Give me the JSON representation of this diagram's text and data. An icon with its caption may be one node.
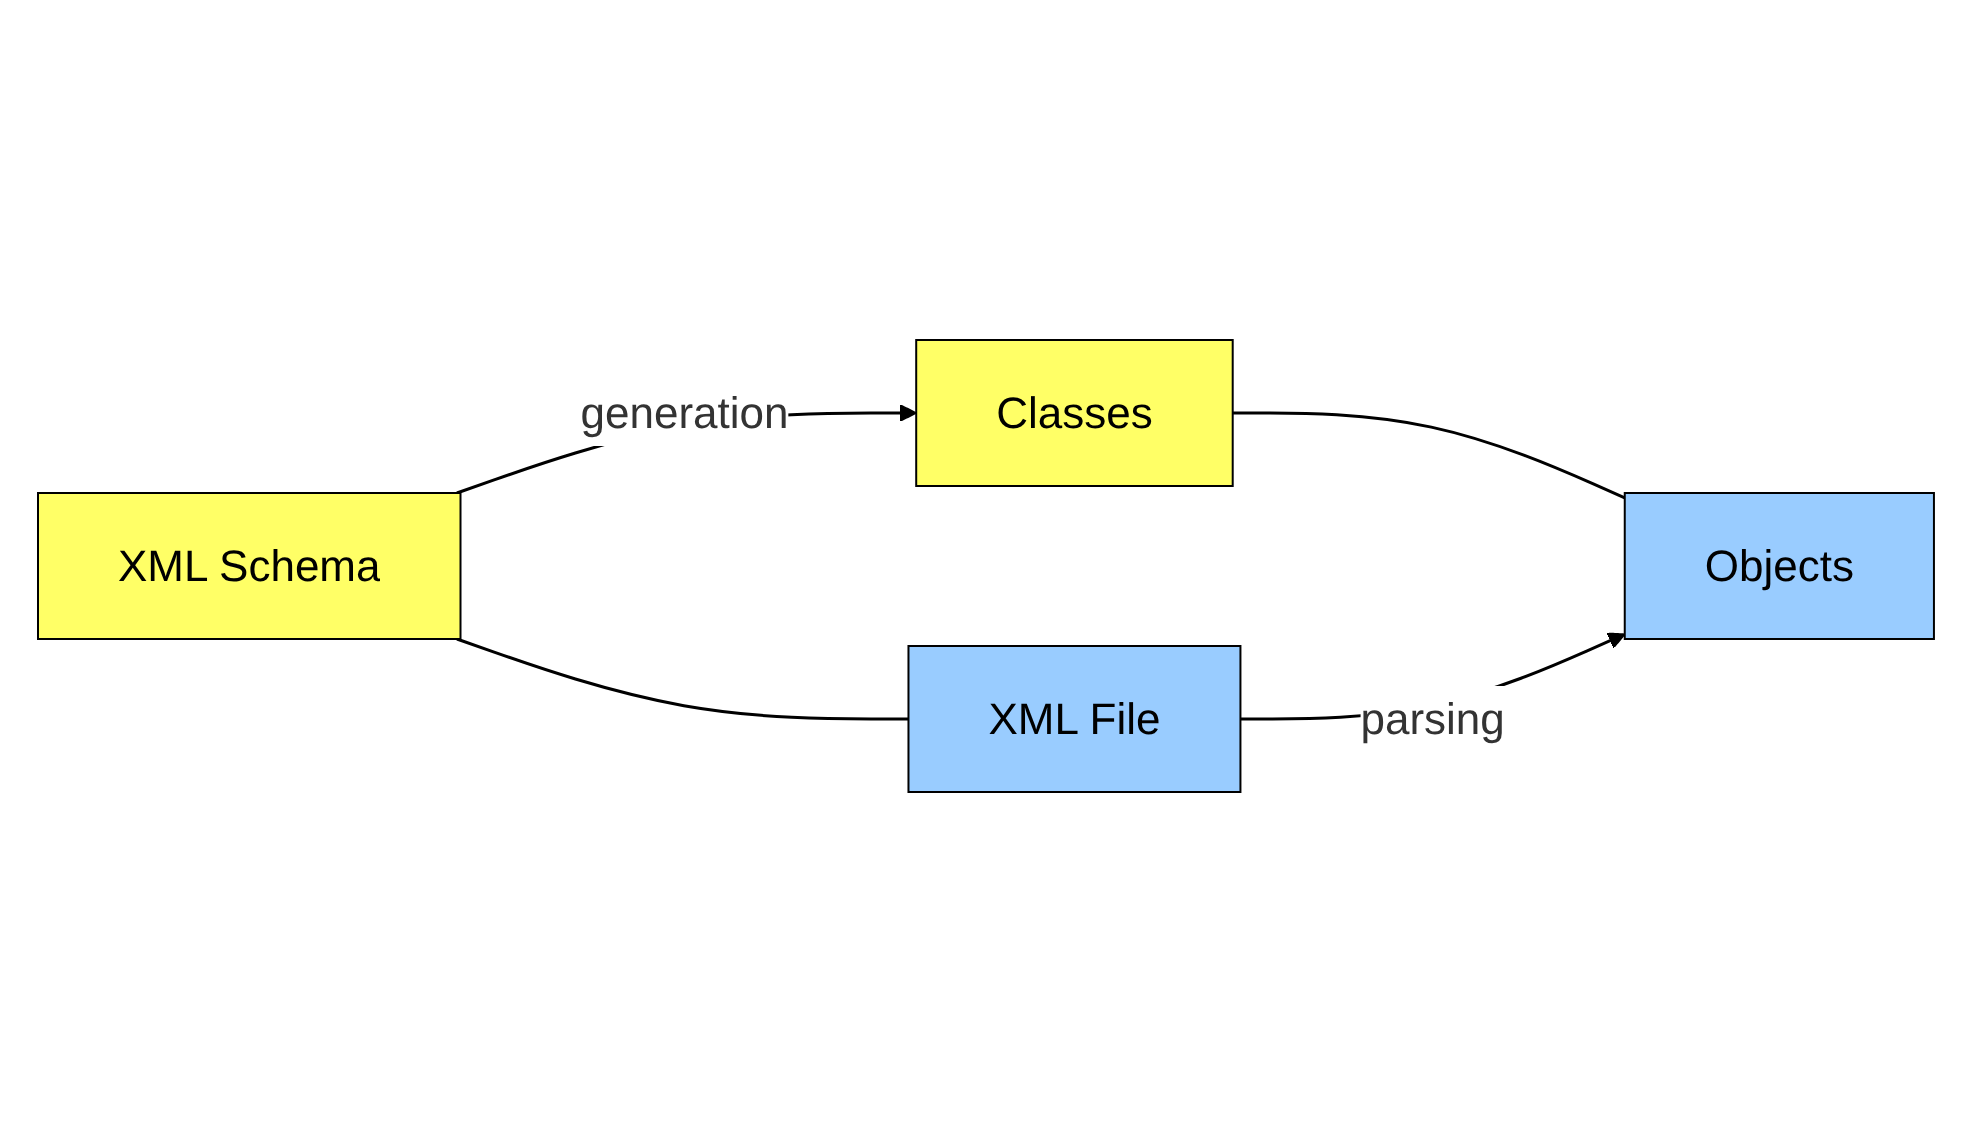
{
  "diagram": {
    "nodes": [
      {
        "text": [
          "XML Schema"
        ]
      },
      {
        "text": [
          "Classes"
        ]
      },
      {
        "text": [
          "XML File"
        ]
      },
      {
        "text": [
          "Objects"
        ]
      }
    ],
    "edges": [
      {
        "from": 0,
        "to": 1,
        "arrow": "to",
        "label": "generation"
      },
      {
        "from": 0,
        "to": 2,
        "arrow": "none"
      },
      {
        "from": 1,
        "to": 3,
        "arrow": "none"
      },
      {
        "from": 2,
        "to": 3,
        "arrow": "to",
        "label": "parsing"
      }
    ]
  }
}
